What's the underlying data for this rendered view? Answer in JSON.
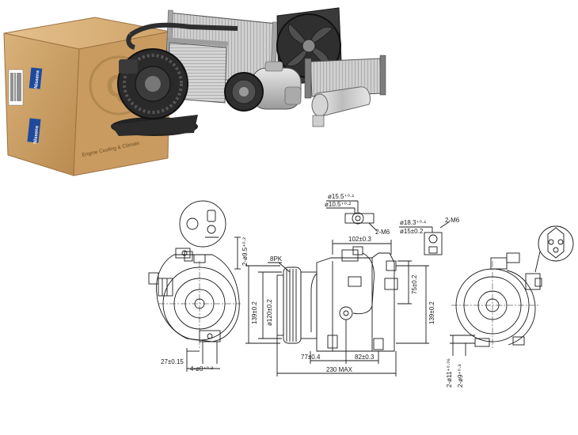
{
  "box": {
    "brand_top": "Nissens",
    "brand_side": "Nissens",
    "tagline": "Engine Cooling & Climate"
  },
  "drawing": {
    "front": {
      "dim_bolt_pitch": "27±0.15",
      "dim_mount": "4-ø0⁺⁰·³",
      "dim_hole": "2-ø9.5⁺⁰·²"
    },
    "side": {
      "belt_label": "8PK",
      "dim_pulley_dia": "ø120±0.2",
      "dim_height_139": "139±0.2",
      "dim_height_right": "139±0.2",
      "dim_75": "75±0.2",
      "dim_102": "102±0.3",
      "dim_77": "77±0.4",
      "dim_82": "82±0.3",
      "dim_total": "230 MAX",
      "port_left_outer": "ø15.5⁺⁰·¹",
      "port_left_inner": "ø10.5⁺⁰·²",
      "port_left_thread": "2-M6",
      "port_right_outer": "ø18.3⁺⁰·¹",
      "port_right_inner": "ø15±0.2",
      "port_right_thread": "2-M6"
    },
    "rear": {
      "dim_a": "2-ø11⁺⁰·⁰⁶",
      "dim_b": "2-ø9⁺⁰·⁸"
    }
  }
}
